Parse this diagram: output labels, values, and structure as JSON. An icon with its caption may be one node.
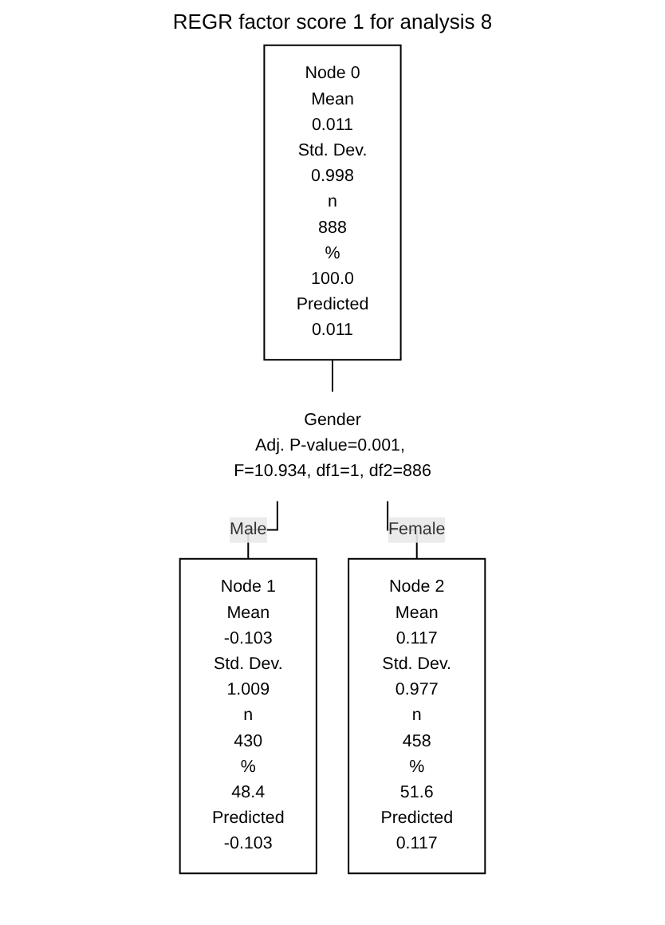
{
  "diagram": {
    "title": "REGR factor score 1 for analysis 8",
    "nodes": [
      {
        "text": [
          "Node 0",
          "Mean",
          "0.011",
          "Std. Dev.",
          "0.998",
          "n",
          "888",
          "%",
          "100.0",
          "Predicted",
          "0.011"
        ]
      },
      {
        "text": [
          "Gender",
          "Adj. P-value=0.001, F=10.934, df1=1, df2=886"
        ]
      },
      {
        "text": [
          "Node 1",
          "Mean",
          "-0.103",
          "Std. Dev.",
          "1.009",
          "n",
          "430",
          "%",
          "48.4",
          "Predicted",
          "-0.103"
        ]
      },
      {
        "text": [
          "Node 2",
          "Mean",
          "0.117",
          "Std. Dev.",
          "0.977",
          "n",
          "458",
          "%",
          "51.6",
          "Predicted",
          "0.117"
        ]
      }
    ],
    "edges": [
      {
        "from": 0,
        "to": 1,
        "arrow": "none"
      },
      {
        "from": 1,
        "to": 2,
        "label": "Male",
        "arrow": "none"
      },
      {
        "from": 1,
        "to": 3,
        "label": "Female",
        "arrow": "none"
      }
    ]
  }
}
